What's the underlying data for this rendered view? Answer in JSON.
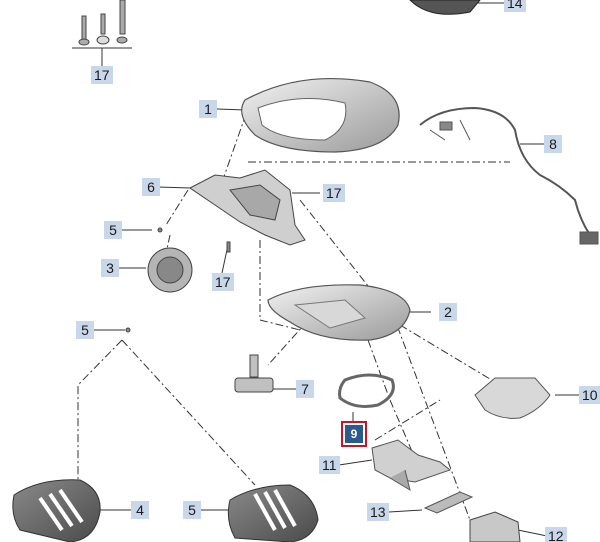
{
  "diagram": {
    "accent_color": "#c9d7ea",
    "selected_color": "#2d5a8c",
    "highlight_border": "#c0182a",
    "selected_part": "9",
    "callouts": {
      "c1": "1",
      "c2": "2",
      "c3": "3",
      "c4": "4",
      "c5a": "5",
      "c5b": "5",
      "c5c": "5",
      "c6": "6",
      "c7": "7",
      "c8": "8",
      "c9": "9",
      "c10": "10",
      "c11": "11",
      "c12": "12",
      "c13": "13",
      "c14": "14",
      "c17a": "17",
      "c17b": "17",
      "c17c": "17"
    }
  }
}
